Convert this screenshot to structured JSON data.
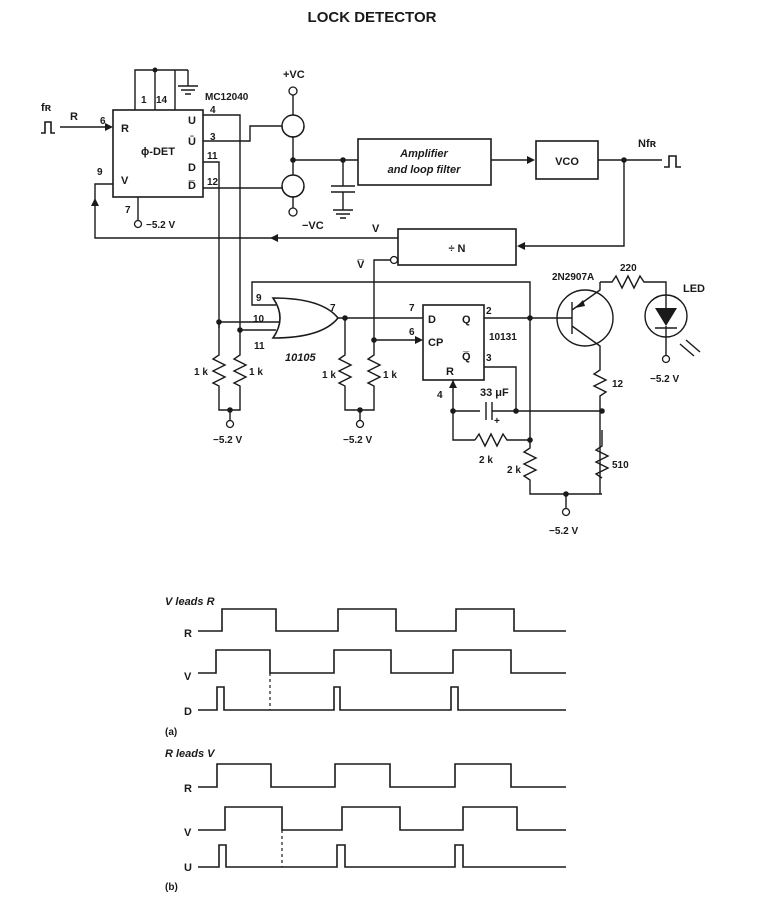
{
  "title": "LOCK DETECTOR",
  "chips": {
    "phase_detector": {
      "part": "MC12040",
      "label": "ϕ-DET",
      "pins": {
        "r": "6",
        "v": "9",
        "p1": "1",
        "p14": "14",
        "p4": "4",
        "p3": "3",
        "p11": "11",
        "p12": "12",
        "p7": "7"
      },
      "inputs": {
        "r": "R",
        "v": "V"
      },
      "outputs": {
        "u": "U",
        "ubar": "Ū",
        "d": "D",
        "dbar": "D̅"
      }
    },
    "or_gate": {
      "part": "10105",
      "pins": {
        "a": "9",
        "b": "10",
        "c": "11",
        "out": "7"
      }
    },
    "flip_flop": {
      "part": "10131",
      "pins": {
        "d": "7",
        "cp": "6",
        "q": "2",
        "qbar": "3",
        "r": "4"
      },
      "labels": {
        "d": "D",
        "q": "Q",
        "cp": "CP",
        "qbar": "Q̅",
        "r": "R"
      }
    },
    "amplifier": "Amplifier\nand loop filter",
    "vco": "VCO",
    "divider": "÷ N",
    "transistor": "2N2907A",
    "led": "LED"
  },
  "signals": {
    "fr": "fʀ",
    "r": "R",
    "nfr": "Nfʀ",
    "vcc": "+V̀C",
    "vc_pos": "+VC",
    "vc_neg": "−VC",
    "v": "V",
    "vbar": "V̅",
    "neg52": "−5.2 V"
  },
  "components": {
    "r_1k": "1 k",
    "r_2k": "2 k",
    "r_12": "12",
    "r_510": "510",
    "r_220": "220",
    "cap": "33 μF",
    "plus": "+"
  },
  "waveforms": {
    "a": {
      "caption": "V leads R",
      "tag": "(a)",
      "rows": [
        "R",
        "V",
        "D"
      ]
    },
    "b": {
      "caption": "R leads V",
      "tag": "(b)",
      "rows": [
        "R",
        "V",
        "U"
      ]
    }
  }
}
